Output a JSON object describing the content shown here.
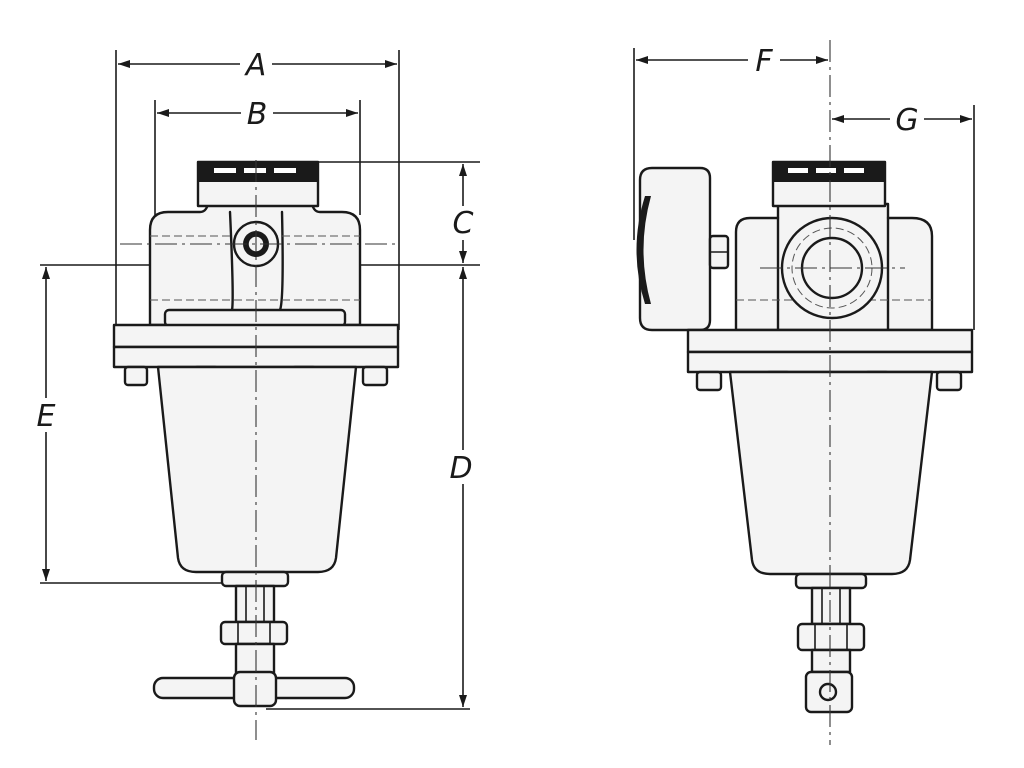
{
  "dimension_labels": {
    "a": "A",
    "b": "B",
    "c": "C",
    "d": "D",
    "e": "E",
    "f": "F",
    "g": "G"
  }
}
